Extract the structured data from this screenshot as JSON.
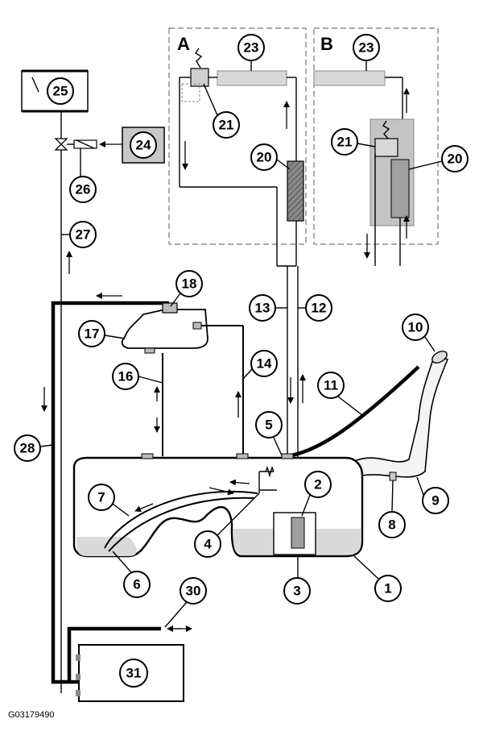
{
  "diagram": {
    "figure_id": "G03179490",
    "panel_labels": [
      "A",
      "B"
    ],
    "callouts": [
      "1",
      "2",
      "3",
      "4",
      "5",
      "6",
      "7",
      "8",
      "9",
      "10",
      "11",
      "12",
      "13",
      "14",
      "16",
      "17",
      "18",
      "20",
      "21",
      "23",
      "24",
      "25",
      "26",
      "27",
      "28",
      "30",
      "31"
    ],
    "panel_b_callouts": [
      "23",
      "21",
      "20"
    ]
  }
}
